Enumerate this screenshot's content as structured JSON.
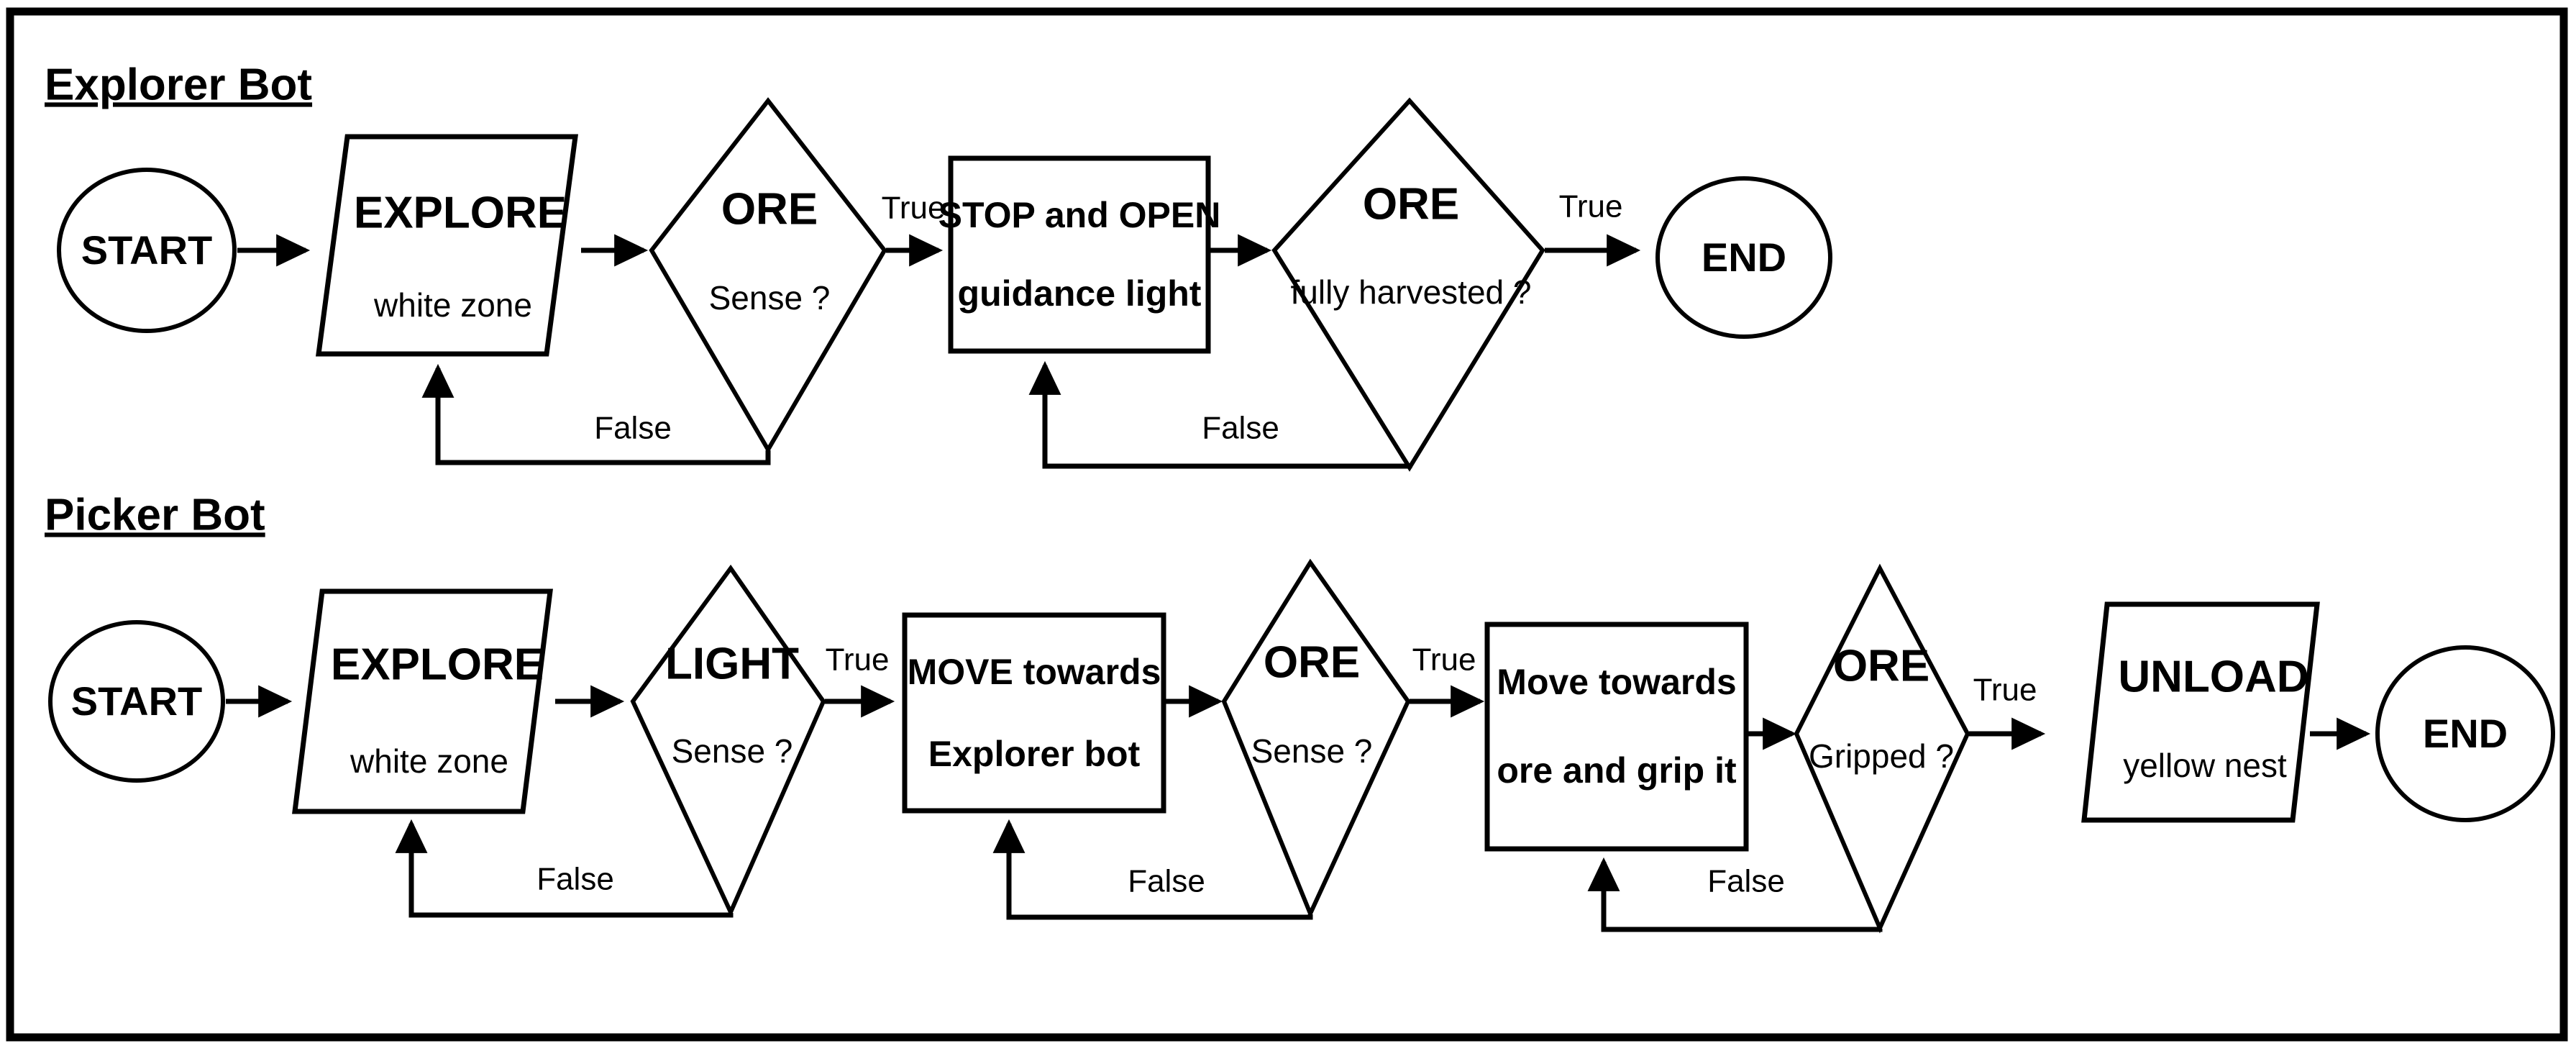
{
  "diagram": {
    "title_visible": false,
    "sections": [
      {
        "id": "explorer",
        "heading": "Explorer Bot",
        "nodes": [
          {
            "id": "r1-start",
            "kind": "terminator",
            "label": "START"
          },
          {
            "id": "r1-explore",
            "kind": "parallelogram",
            "label_primary": "EXPLORE",
            "label_secondary": "white zone"
          },
          {
            "id": "r1-ore1",
            "kind": "decision",
            "label_primary": "ORE",
            "label_secondary": "Sense ?"
          },
          {
            "id": "r1-stop",
            "kind": "process",
            "label_primary": "STOP and OPEN",
            "label_secondary": "guidance light"
          },
          {
            "id": "r1-ore2",
            "kind": "decision",
            "label_primary": "ORE",
            "label_secondary": "fully harvested ?"
          },
          {
            "id": "r1-end",
            "kind": "terminator",
            "label": "END"
          }
        ],
        "edges": [
          {
            "from": "r1-start",
            "to": "r1-explore",
            "label": ""
          },
          {
            "from": "r1-explore",
            "to": "r1-ore1",
            "label": ""
          },
          {
            "from": "r1-ore1",
            "to": "r1-stop",
            "label": "True"
          },
          {
            "from": "r1-ore1",
            "to": "r1-explore",
            "label": "False"
          },
          {
            "from": "r1-stop",
            "to": "r1-ore2",
            "label": ""
          },
          {
            "from": "r1-ore2",
            "to": "r1-end",
            "label": "True"
          },
          {
            "from": "r1-ore2",
            "to": "r1-stop",
            "label": "False"
          }
        ]
      },
      {
        "id": "picker",
        "heading": "Picker Bot",
        "nodes": [
          {
            "id": "r2-start",
            "kind": "terminator",
            "label": "START"
          },
          {
            "id": "r2-explore",
            "kind": "parallelogram",
            "label_primary": "EXPLORE",
            "label_secondary": "white zone"
          },
          {
            "id": "r2-light",
            "kind": "decision",
            "label_primary": "LIGHT",
            "label_secondary": "Sense ?"
          },
          {
            "id": "r2-move1",
            "kind": "process",
            "label_primary": "MOVE towards",
            "label_secondary": "Explorer bot"
          },
          {
            "id": "r2-ore1",
            "kind": "decision",
            "label_primary": "ORE",
            "label_secondary": "Sense ?"
          },
          {
            "id": "r2-move2",
            "kind": "process",
            "label_primary": "Move towards",
            "label_secondary": "ore and grip it"
          },
          {
            "id": "r2-ore2",
            "kind": "decision",
            "label_primary": "ORE",
            "label_secondary": "Gripped ?"
          },
          {
            "id": "r2-unload",
            "kind": "parallelogram",
            "label_primary": "UNLOAD",
            "label_secondary": "yellow nest"
          },
          {
            "id": "r2-end",
            "kind": "terminator",
            "label": "END"
          }
        ],
        "edges": [
          {
            "from": "r2-start",
            "to": "r2-explore",
            "label": ""
          },
          {
            "from": "r2-explore",
            "to": "r2-light",
            "label": ""
          },
          {
            "from": "r2-light",
            "to": "r2-move1",
            "label": "True"
          },
          {
            "from": "r2-light",
            "to": "r2-explore",
            "label": "False"
          },
          {
            "from": "r2-move1",
            "to": "r2-ore1",
            "label": ""
          },
          {
            "from": "r2-ore1",
            "to": "r2-move2",
            "label": "True"
          },
          {
            "from": "r2-ore1",
            "to": "r2-move1",
            "label": "False"
          },
          {
            "from": "r2-move2",
            "to": "r2-ore2",
            "label": ""
          },
          {
            "from": "r2-ore2",
            "to": "r2-unload",
            "label": "True"
          },
          {
            "from": "r2-ore2",
            "to": "r2-move2",
            "label": "False"
          },
          {
            "from": "r2-unload",
            "to": "r2-end",
            "label": ""
          }
        ]
      }
    ],
    "colors": {
      "stroke": "#000000",
      "fill": "#ffffff",
      "background": "#ffffff"
    }
  },
  "labels": {
    "true": "True",
    "false": "False",
    "start": "START",
    "end": "END",
    "explore": "EXPLORE",
    "white_zone": "white zone",
    "ore": "ORE",
    "light": "LIGHT",
    "sense_q": "Sense ?",
    "fully_harvested_q": "fully harvested ?",
    "gripped_q": "Gripped ?",
    "stop_and_open": "STOP and OPEN",
    "guidance_light": "guidance light",
    "move_towards_caps": "MOVE towards",
    "explorer_bot": "Explorer bot",
    "move_towards": "Move towards",
    "ore_and_grip_it": "ore and grip it",
    "unload": "UNLOAD",
    "yellow_nest": "yellow nest",
    "explorer_bot_heading": "Explorer Bot",
    "picker_bot_heading": "Picker Bot"
  }
}
